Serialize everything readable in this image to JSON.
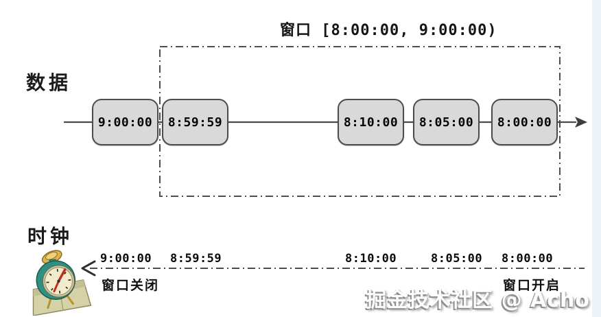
{
  "window": {
    "title": "窗口 [8:00:00, 9:00:00)",
    "range_start": "8:00:00",
    "range_end": "9:00:00"
  },
  "data_row": {
    "label": "数据",
    "events": [
      "9:00:00",
      "8:59:59",
      "8:10:00",
      "8:05:00",
      "8:00:00"
    ]
  },
  "clock_row": {
    "label": "时钟",
    "icon": "alarm-clock-icon",
    "ticks": [
      "9:00:00",
      "8:59:59",
      "8:10:00",
      "8:05:00",
      "8:00:00"
    ],
    "close_label": "窗口关闭",
    "open_label": "窗口开启"
  },
  "watermark": "掘金技术社区 @ Acho",
  "colors": {
    "background": "#ffffff",
    "box_fill": "#d9d9d9",
    "box_border": "#4c4c4c",
    "line": "#4a4a4a",
    "window_border": "#4d4d4d",
    "right_band": "#edf2f7",
    "clock_ring": "#2f8f80",
    "clock_face": "#f2eccb",
    "clock_hands": "#c62a1f",
    "clock_base": "#d6d2a8"
  }
}
